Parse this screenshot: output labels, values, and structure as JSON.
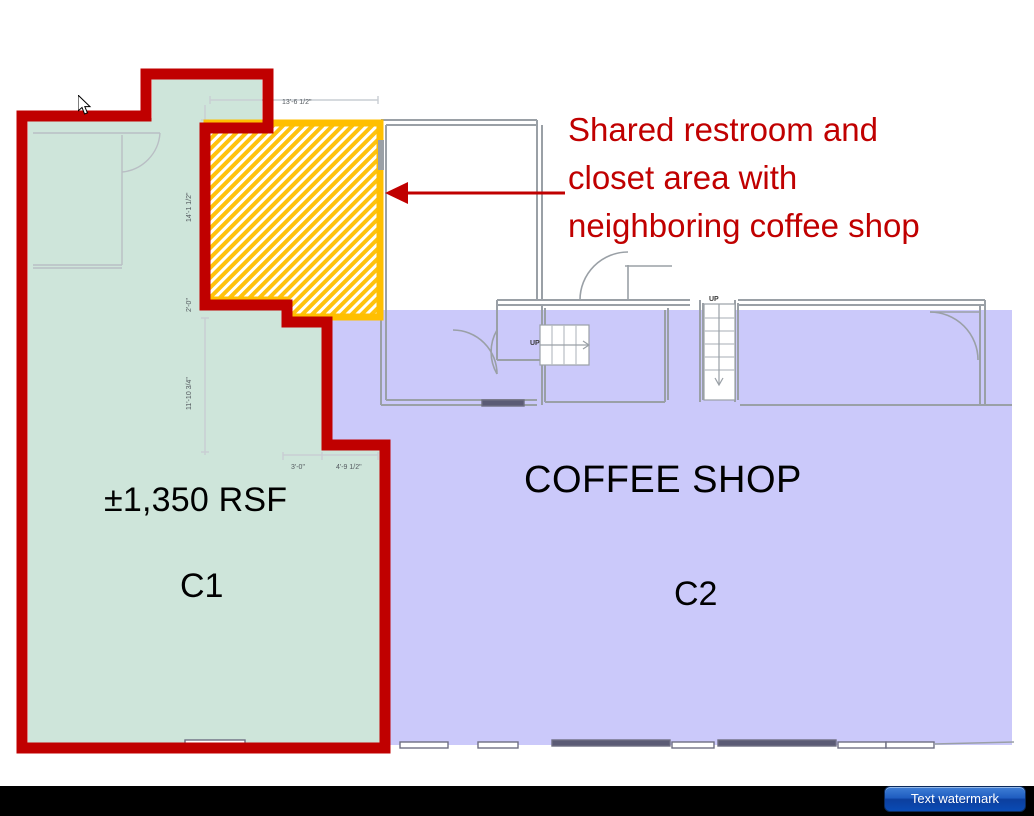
{
  "annotation": {
    "lines": [
      "Shared restroom and",
      "closet area with",
      "neighboring coffee shop"
    ],
    "color": "#c00000"
  },
  "spaces": {
    "c1": {
      "area_label": "±1,350 RSF",
      "suite_label": "C1",
      "fill_color": "#cee5da",
      "outline_color": "#c00000"
    },
    "c2": {
      "name_label": "COFFEE SHOP",
      "suite_label": "C2",
      "fill_color": "#cbc9fa"
    },
    "shared": {
      "fill_color": "#ffc20e",
      "border_color": "#ffbf00",
      "hatch": "diagonal"
    }
  },
  "dimensions": {
    "top_1": "13'-6 1/2\"",
    "left_1": "14'-1 1/2\"",
    "left_2": "2'-0\"",
    "left_3": "11'-10 3/4\"",
    "bottom_1": "3'-0\"",
    "bottom_2": "4'-9 1/2\""
  },
  "stairs": {
    "up_1": "UP",
    "up_2": "UP"
  },
  "chrome": {
    "watermark_label": "Text watermark",
    "bar_color": "#000000"
  }
}
